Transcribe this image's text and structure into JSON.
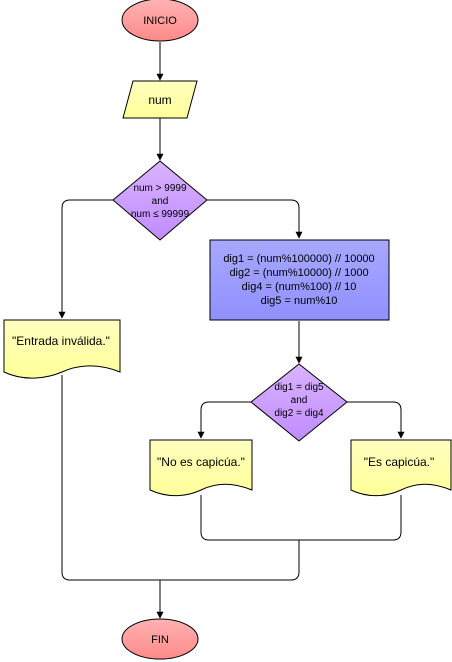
{
  "flowchart": {
    "start": {
      "label": "INICIO",
      "fill": "#ff9999"
    },
    "input": {
      "label": "num",
      "fill": "#ffff99"
    },
    "decision_range": {
      "lines": [
        "num > 9999",
        "and",
        "num ≤ 99999"
      ],
      "fill": "#cc99ff"
    },
    "process": {
      "lines": [
        "dig1 = (num%100000) // 10000",
        "dig2 = (num%10000) // 1000",
        "dig4 = (num%100) // 10",
        "dig5 = num%10"
      ],
      "fill": "#9999ff"
    },
    "output_invalid": {
      "label": "\"Entrada inválida.\"",
      "fill": "#ffff99"
    },
    "decision_palindrome": {
      "lines": [
        "dig1 = dig5",
        "and",
        "dig2 = dig4"
      ],
      "fill": "#cc99ff"
    },
    "output_not_palindrome": {
      "label": "\"No es capicúa.\"",
      "fill": "#ffff99"
    },
    "output_palindrome": {
      "label": "\"Es capicúa.\"",
      "fill": "#ffff99"
    },
    "end": {
      "label": "FIN",
      "fill": "#ff9999"
    }
  }
}
